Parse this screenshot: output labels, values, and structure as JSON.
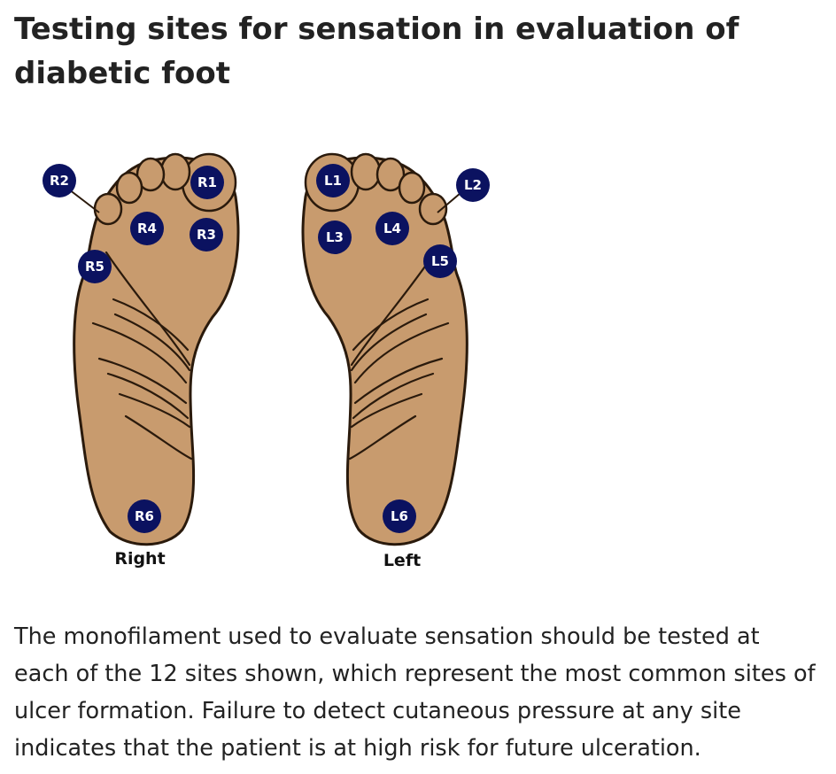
{
  "title": "Testing sites for sensation in evaluation of diabetic foot",
  "figure": {
    "right_foot_label": "Right",
    "left_foot_label": "Left",
    "sites": {
      "R1": "R1",
      "R2": "R2",
      "R3": "R3",
      "R4": "R4",
      "R5": "R5",
      "R6": "R6",
      "L1": "L1",
      "L2": "L2",
      "L3": "L3",
      "L4": "L4",
      "L5": "L5",
      "L6": "L6"
    }
  },
  "caption": "The monofilament used to evaluate sensation should be tested at each of the 12 sites shown, which represent the most common sites of ulcer formation. Failure to detect cutaneous pressure at any site indicates that the patient is at high risk for future ulceration.",
  "colors": {
    "skin": "#c89b6e",
    "site_marker": "#0b1260",
    "outline": "#2a1a0c"
  }
}
